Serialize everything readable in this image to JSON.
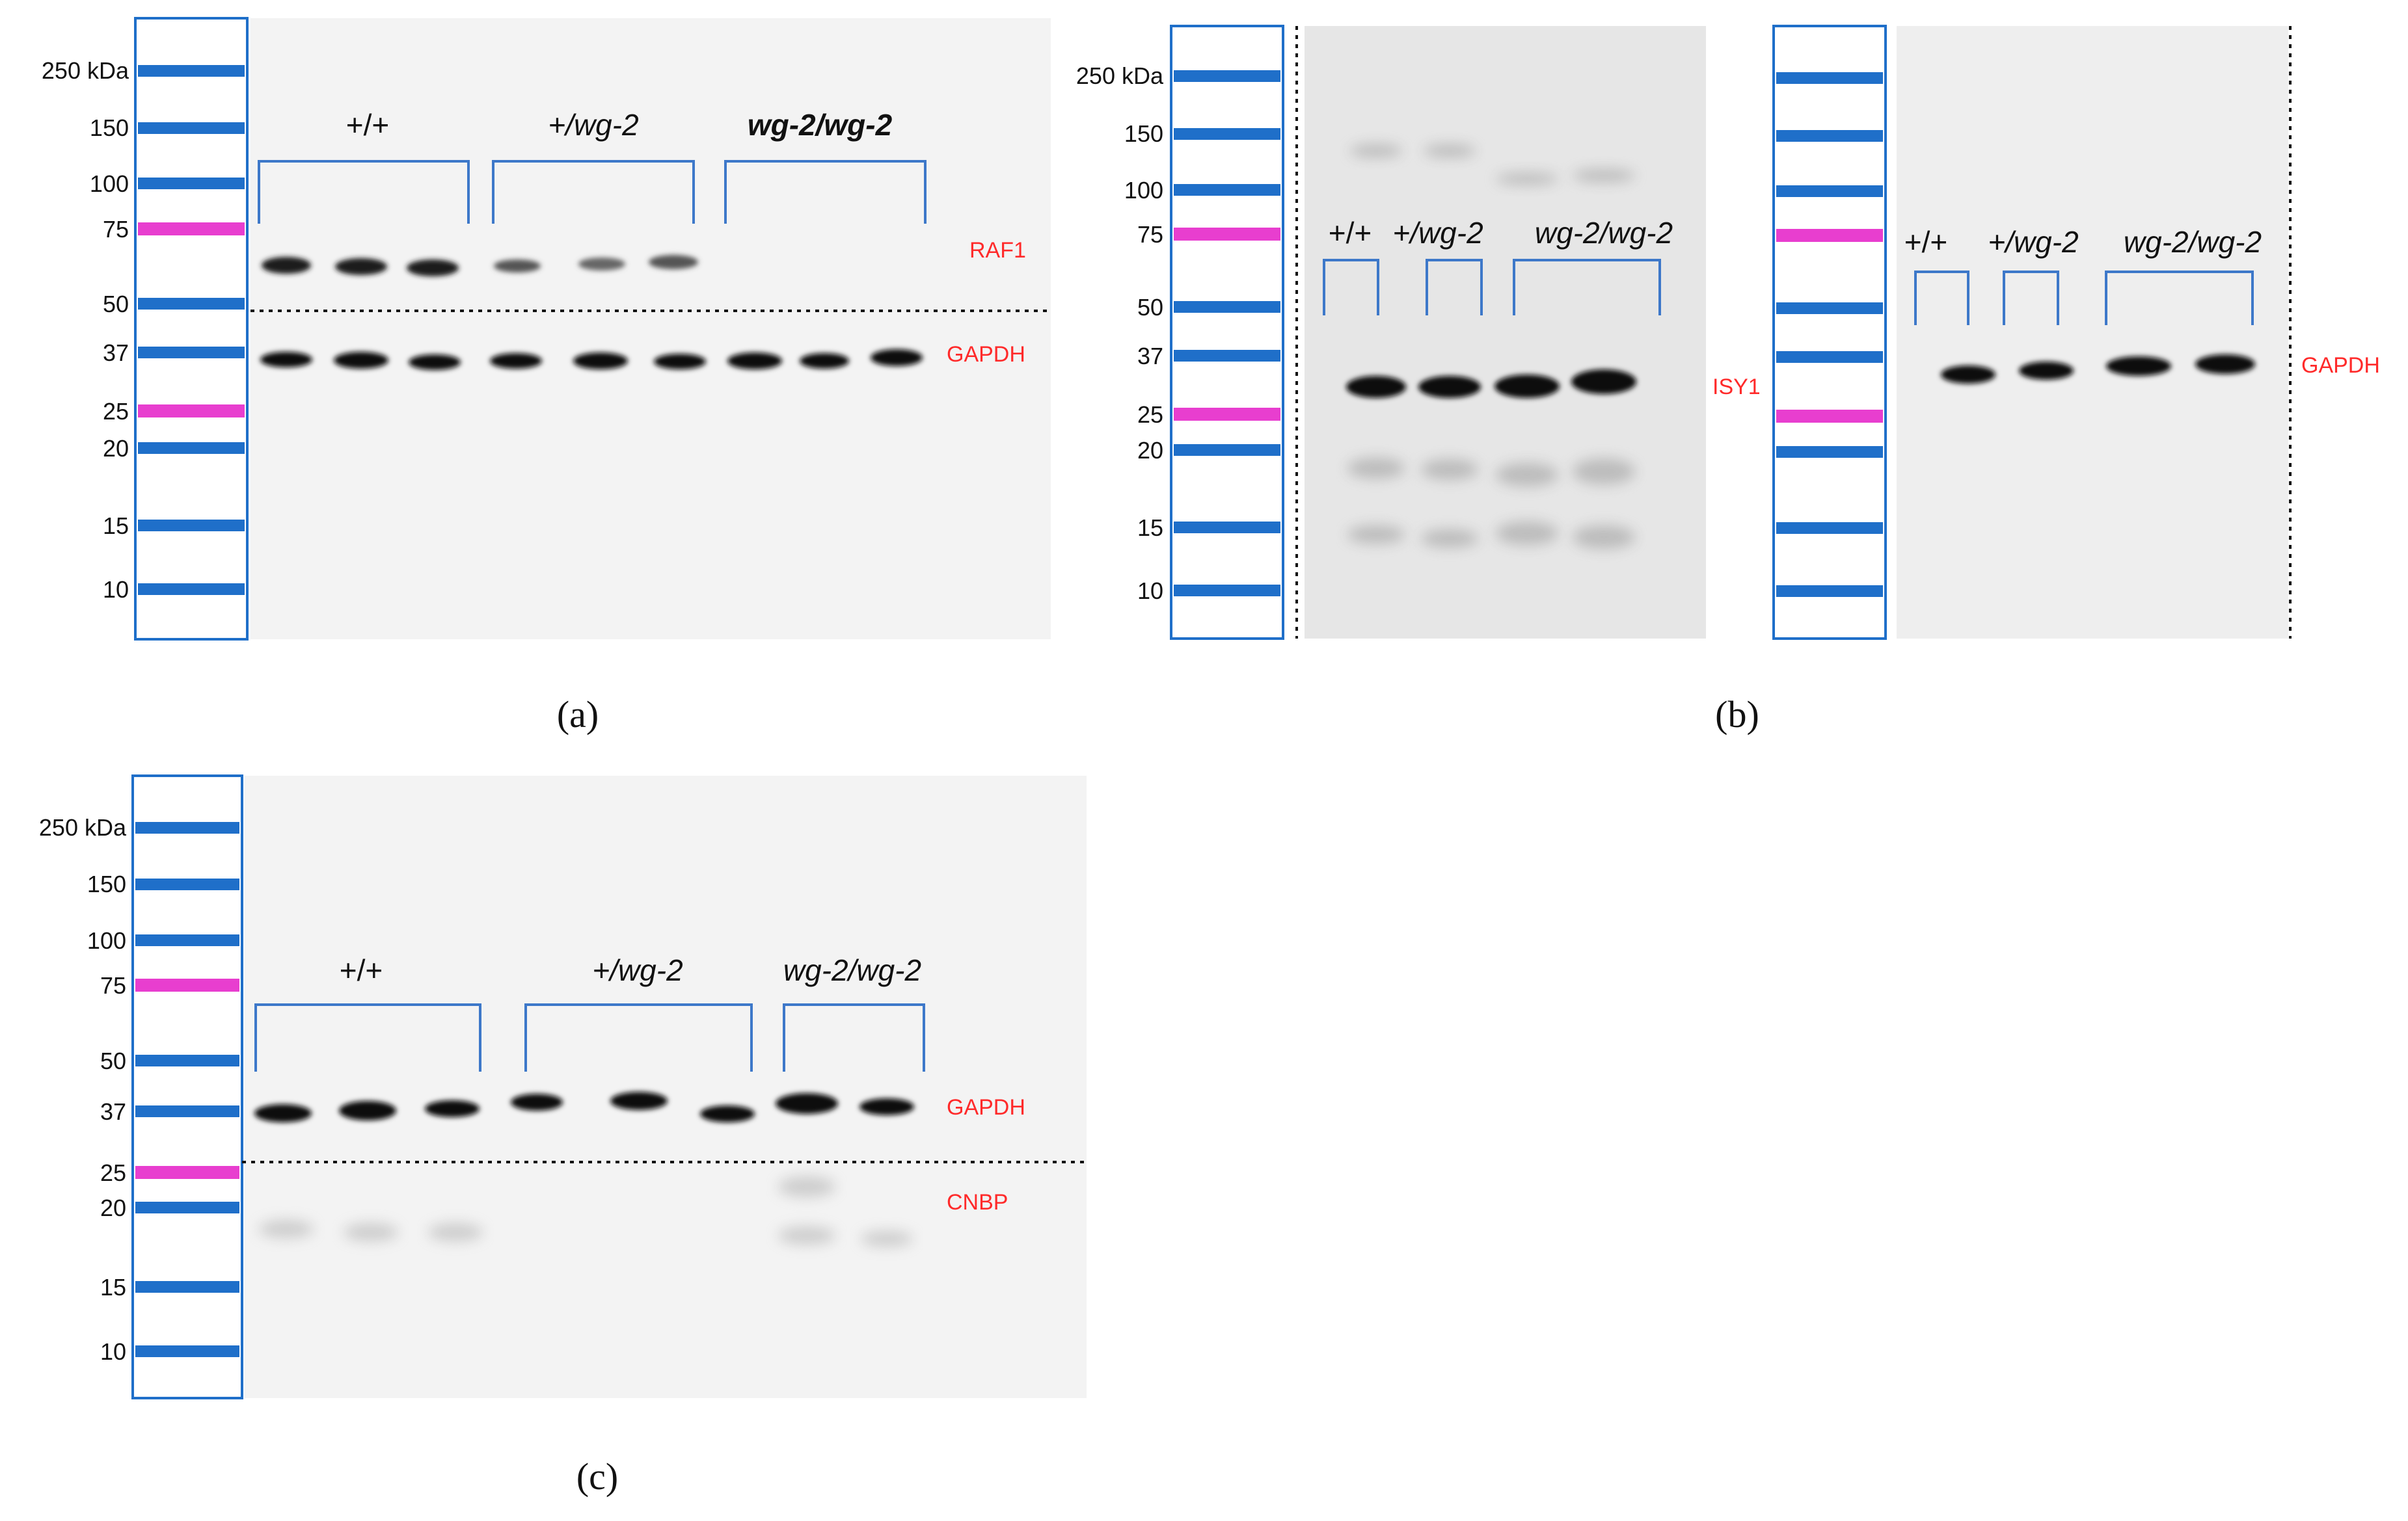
{
  "colors": {
    "ladder_blue": "#1f6fc9",
    "ladder_pink": "#e83ecf",
    "bracket_blue": "#3d78c9",
    "protein_red": "#ff2a2a",
    "membrane_grey": "#f2f2f2"
  },
  "kda_unit": "kDa",
  "panels": {
    "a": {
      "caption": "(a)",
      "marker_labels": [
        "250 kDa",
        "150",
        "100",
        "75",
        "50",
        "37",
        "25",
        "20",
        "15",
        "10"
      ],
      "genotypes": [
        "+/+",
        "+/wg-2",
        "wg-2/wg-2"
      ],
      "proteins": [
        "RAF1",
        "GAPDH"
      ]
    },
    "b": {
      "caption": "(b)",
      "marker_labels": [
        "250 kDa",
        "150",
        "100",
        "75",
        "50",
        "37",
        "25",
        "20",
        "15",
        "10"
      ],
      "left_genotypes": [
        "+/+",
        "+/wg-2",
        "wg-2/wg-2"
      ],
      "right_genotypes": [
        "+/+",
        "+/wg-2",
        "wg-2/wg-2"
      ],
      "left_protein": "ISY1",
      "right_protein": "GAPDH"
    },
    "c": {
      "caption": "(c)",
      "marker_labels": [
        "250 kDa",
        "150",
        "100",
        "75",
        "50",
        "37",
        "25",
        "20",
        "15",
        "10"
      ],
      "genotypes": [
        "+/+",
        "+/wg-2",
        "wg-2/wg-2"
      ],
      "proteins": [
        "GAPDH",
        "CNBP"
      ]
    }
  }
}
